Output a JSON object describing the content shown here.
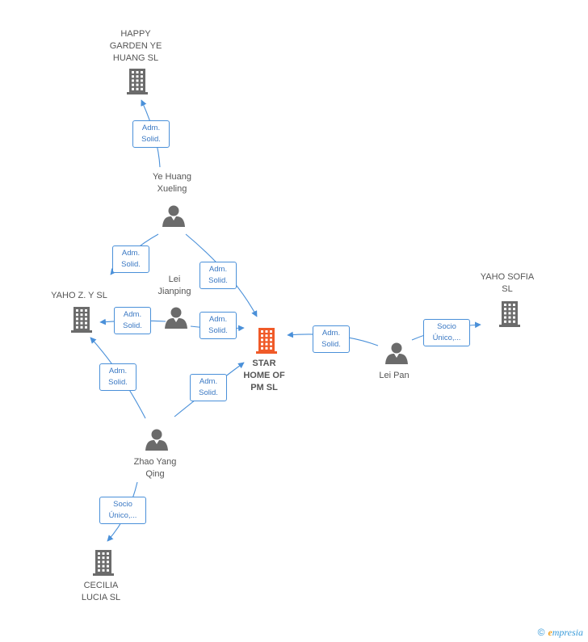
{
  "colors": {
    "edge": "#4a90d9",
    "person": "#6b6b6b",
    "company": "#6b6b6b",
    "main": "#f05a28"
  },
  "nodes": [
    {
      "id": "happy",
      "kind": "company",
      "label": "HAPPY\nGARDEN YE\nHUANG  SL"
    },
    {
      "id": "yehuang",
      "kind": "person",
      "label": "Ye Huang\nXueling"
    },
    {
      "id": "lei",
      "kind": "person",
      "label": "Lei\nJianping"
    },
    {
      "id": "yahoz",
      "kind": "company",
      "label": "YAHO Z.  Y SL"
    },
    {
      "id": "star",
      "kind": "main",
      "label": "STAR\nHOME OF\nPM SL"
    },
    {
      "id": "leipan",
      "kind": "person",
      "label": "Lei Pan"
    },
    {
      "id": "yahosofia",
      "kind": "company",
      "label": "YAHO SOFIA\nSL"
    },
    {
      "id": "zhao",
      "kind": "person",
      "label": "Zhao Yang\nQing"
    },
    {
      "id": "cecilia",
      "kind": "company",
      "label": "CECILIA\nLUCIA  SL"
    }
  ],
  "edges": [
    {
      "id": "e1",
      "label": "Adm.\nSolid."
    },
    {
      "id": "e2",
      "label": "Adm.\nSolid."
    },
    {
      "id": "e3",
      "label": "Adm.\nSolid."
    },
    {
      "id": "e4",
      "label": "Adm.\nSolid."
    },
    {
      "id": "e5",
      "label": "Adm.\nSolid."
    },
    {
      "id": "e6",
      "label": "Adm.\nSolid."
    },
    {
      "id": "e7",
      "label": "Adm.\nSolid."
    },
    {
      "id": "e8",
      "label": "Adm.\nSolid."
    },
    {
      "id": "e9",
      "label": "Socio\nÚnico,..."
    },
    {
      "id": "e10",
      "label": "Socio\nÚnico,..."
    }
  ],
  "footer": {
    "copyright": "©",
    "brand_initial": "e",
    "brand_rest": "mpresia"
  }
}
